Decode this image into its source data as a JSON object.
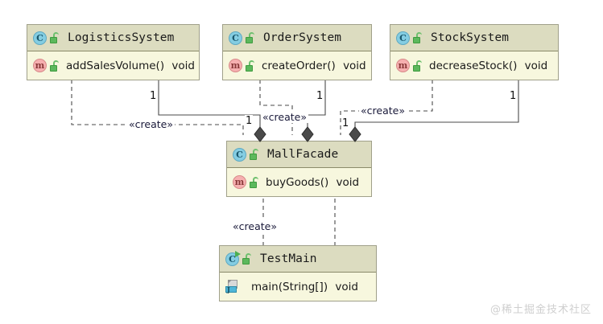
{
  "diagram": {
    "title": "UML class diagram - Facade pattern",
    "background": "#ffffff",
    "line_color": "#4a4a4a",
    "header_fill": "#dcdcc0",
    "body_fill": "#f7f7de",
    "border_color": "#a0a08a"
  },
  "classes": [
    {
      "id": "logistics",
      "name": "LogisticsSystem",
      "class_icon": "class-icon",
      "visibility_icon": "unlocked-padlock-icon",
      "members": [
        {
          "icon": "method-icon",
          "visibility_icon": "unlocked-padlock-icon",
          "signature": "addSalesVolume()",
          "return_type": "void"
        }
      ]
    },
    {
      "id": "order",
      "name": "OrderSystem",
      "class_icon": "class-icon",
      "visibility_icon": "unlocked-padlock-icon",
      "members": [
        {
          "icon": "method-icon",
          "visibility_icon": "unlocked-padlock-icon",
          "signature": "createOrder()",
          "return_type": "void"
        }
      ]
    },
    {
      "id": "stock",
      "name": "StockSystem",
      "class_icon": "class-icon",
      "visibility_icon": "unlocked-padlock-icon",
      "members": [
        {
          "icon": "method-icon",
          "visibility_icon": "unlocked-padlock-icon",
          "signature": "decreaseStock()",
          "return_type": "void"
        }
      ]
    },
    {
      "id": "facade",
      "name": "MallFacade",
      "class_icon": "class-icon",
      "visibility_icon": "unlocked-padlock-icon",
      "members": [
        {
          "icon": "method-icon",
          "visibility_icon": "unlocked-padlock-icon",
          "signature": "buyGoods()",
          "return_type": "void"
        }
      ]
    },
    {
      "id": "testmain",
      "name": "TestMain",
      "class_icon": "runnable-class-icon",
      "visibility_icon": "unlocked-padlock-icon",
      "members": [
        {
          "icon": "java-main-icon",
          "visibility_icon": "",
          "signature": "main(String[])",
          "return_type": "void"
        }
      ]
    }
  ],
  "edges": {
    "create_label": "«create»",
    "multiplicity": "1",
    "labels": [
      {
        "id": "create_logistics",
        "text": "«create»"
      },
      {
        "id": "create_order",
        "text": "«create»"
      },
      {
        "id": "create_stock",
        "text": "«create»"
      },
      {
        "id": "create_testmain",
        "text": "«create»"
      }
    ],
    "multiplicities": [
      {
        "id": "mult_logistics_top",
        "text": "1"
      },
      {
        "id": "mult_logistics_diamond",
        "text": "1"
      },
      {
        "id": "mult_order_top",
        "text": "1"
      },
      {
        "id": "mult_order_diamond",
        "text": "1"
      },
      {
        "id": "mult_stock_top",
        "text": "1"
      },
      {
        "id": "mult_stock_diamond",
        "text": "1"
      }
    ]
  },
  "watermark": {
    "text": "@稀土掘金技术社区"
  }
}
